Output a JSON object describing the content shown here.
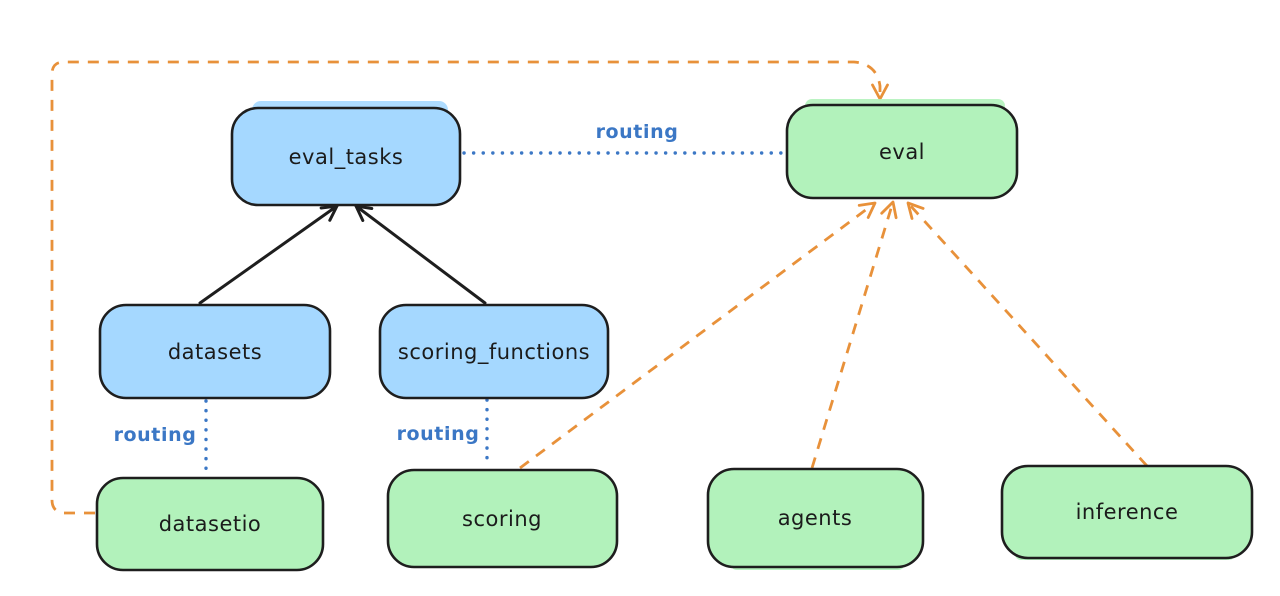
{
  "diagram": {
    "colors": {
      "background": "#ffffff",
      "node_stroke": "#1e1e1e",
      "blue_fill": "#a5d8ff",
      "green_fill": "#b2f2bb",
      "orange_arrow": "#e8913a",
      "blue_link": "#3b77c5",
      "label_text": "#1b1b1b"
    },
    "nodes": {
      "eval_tasks": {
        "label": "eval_tasks",
        "color": "blue"
      },
      "eval": {
        "label": "eval",
        "color": "green"
      },
      "datasets": {
        "label": "datasets",
        "color": "blue"
      },
      "scoring_functions": {
        "label": "scoring_functions",
        "color": "blue"
      },
      "datasetio": {
        "label": "datasetio",
        "color": "green"
      },
      "scoring": {
        "label": "scoring",
        "color": "green"
      },
      "agents": {
        "label": "agents",
        "color": "green"
      },
      "inference": {
        "label": "inference",
        "color": "green"
      }
    },
    "edges": [
      {
        "from": "datasets",
        "to": "eval_tasks",
        "style": "solid-black-arrow",
        "label": ""
      },
      {
        "from": "scoring_functions",
        "to": "eval_tasks",
        "style": "solid-black-arrow",
        "label": ""
      },
      {
        "from": "eval_tasks",
        "to": "eval",
        "style": "dotted-blue",
        "label": "routing"
      },
      {
        "from": "datasets",
        "to": "datasetio",
        "style": "dotted-blue",
        "label": "routing"
      },
      {
        "from": "scoring_functions",
        "to": "scoring",
        "style": "dotted-blue",
        "label": "routing"
      },
      {
        "from": "datasetio",
        "to": "eval",
        "style": "dashed-orange-arrow",
        "label": ""
      },
      {
        "from": "scoring",
        "to": "eval",
        "style": "dashed-orange-arrow",
        "label": ""
      },
      {
        "from": "agents",
        "to": "eval",
        "style": "dashed-orange-arrow",
        "label": ""
      },
      {
        "from": "inference",
        "to": "eval",
        "style": "dashed-orange-arrow",
        "label": ""
      }
    ]
  }
}
